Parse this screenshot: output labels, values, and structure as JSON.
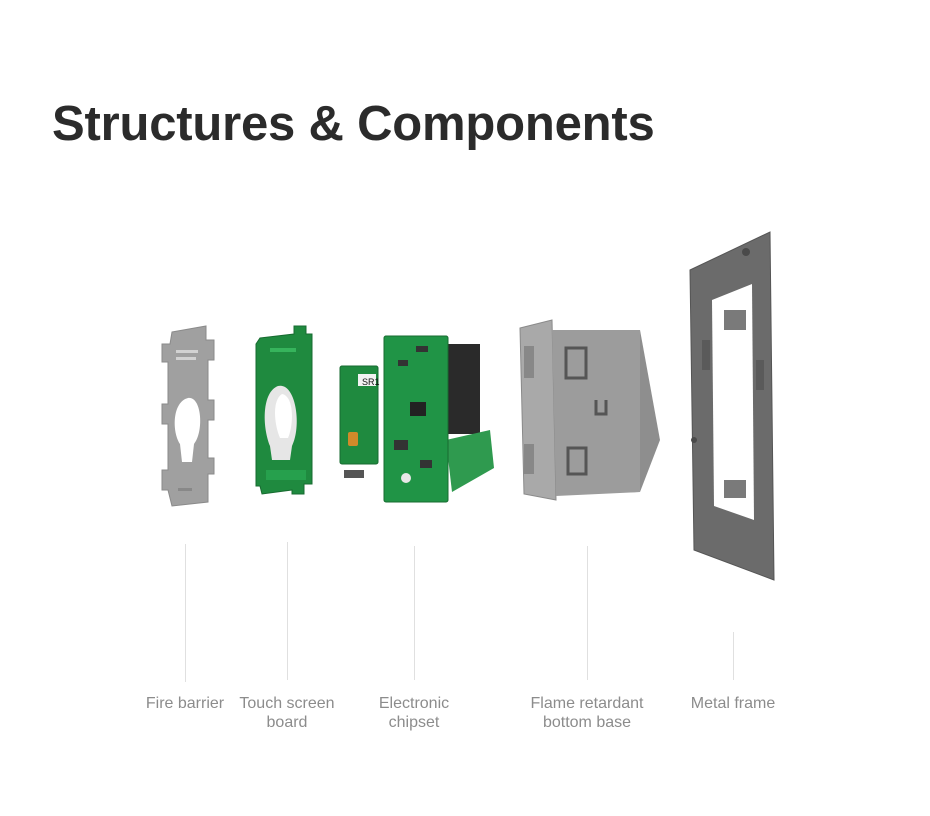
{
  "title": "Structures & Components",
  "components": [
    {
      "id": "fire-barrier",
      "label": "Fire barrier"
    },
    {
      "id": "touch-screen-board",
      "label": "Touch screen\nboard"
    },
    {
      "id": "electronic-chipset",
      "label": "Electronic\nchipset"
    },
    {
      "id": "flame-retardant-bottom-base",
      "label": "Flame retardant\nbottom base"
    },
    {
      "id": "metal-frame",
      "label": "Metal frame"
    }
  ],
  "pcb_marking": "SR1",
  "colors": {
    "title": "#2b2b2b",
    "label": "#8c8c8c",
    "pcb": "#1f8a3f",
    "plastic": "#9a9a9a",
    "frame": "#6b6b6b"
  }
}
